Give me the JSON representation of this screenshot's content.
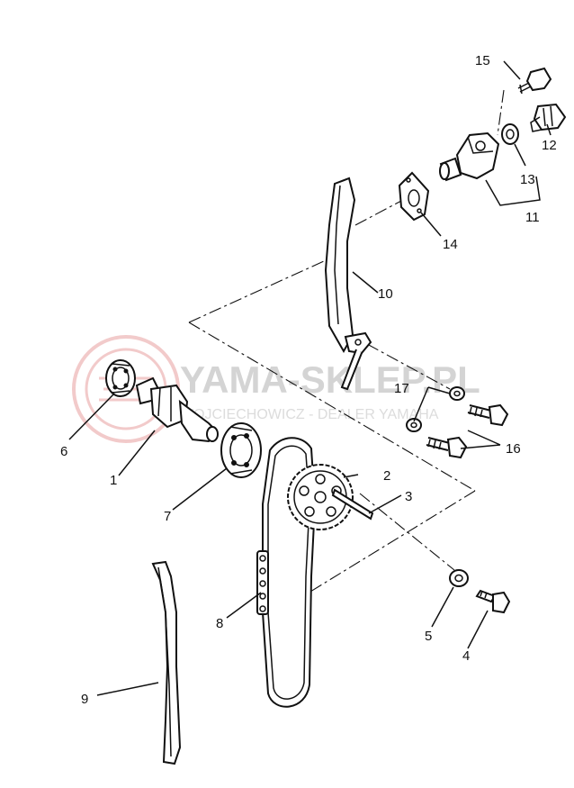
{
  "watermark": {
    "brand": "YAMA-SKLEP.PL",
    "tagline": "WOJCIECHOWICZ - DEALER YAMAHA",
    "logo_color": "#e8a0a0"
  },
  "callouts": {
    "p1": "1",
    "p2": "2",
    "p3": "3",
    "p4": "4",
    "p5": "5",
    "p6": "6",
    "p7": "7",
    "p8": "8",
    "p9": "9",
    "p10": "10",
    "p11": "11",
    "p12": "12",
    "p13": "13",
    "p14": "14",
    "p15": "15",
    "p16": "16",
    "p17": "17"
  }
}
